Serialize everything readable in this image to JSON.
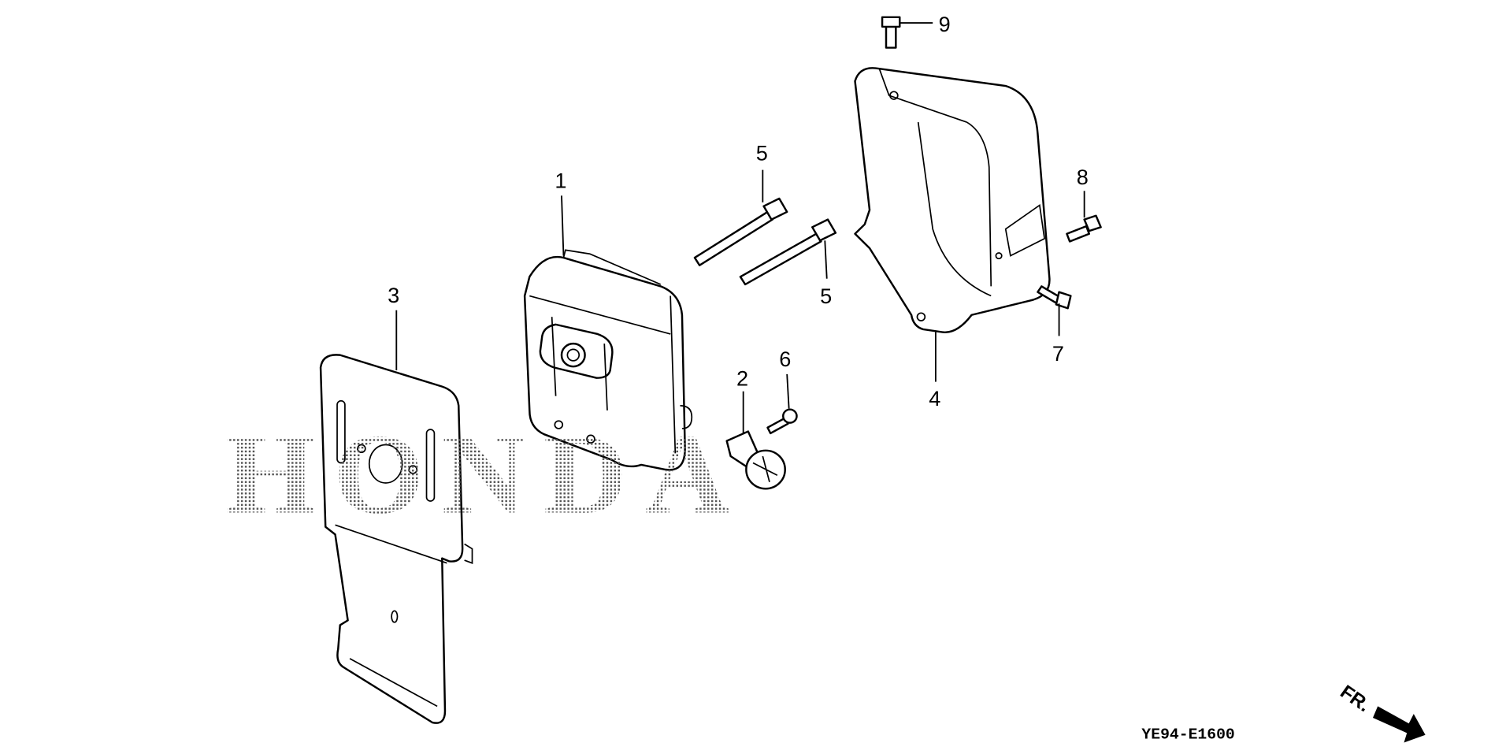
{
  "diagram": {
    "watermark": "HONDA",
    "diagram_code": "YE94-E1600",
    "direction_label": "FR.",
    "callouts": [
      "1",
      "2",
      "3",
      "4",
      "5",
      "5",
      "6",
      "7",
      "8",
      "9"
    ]
  }
}
